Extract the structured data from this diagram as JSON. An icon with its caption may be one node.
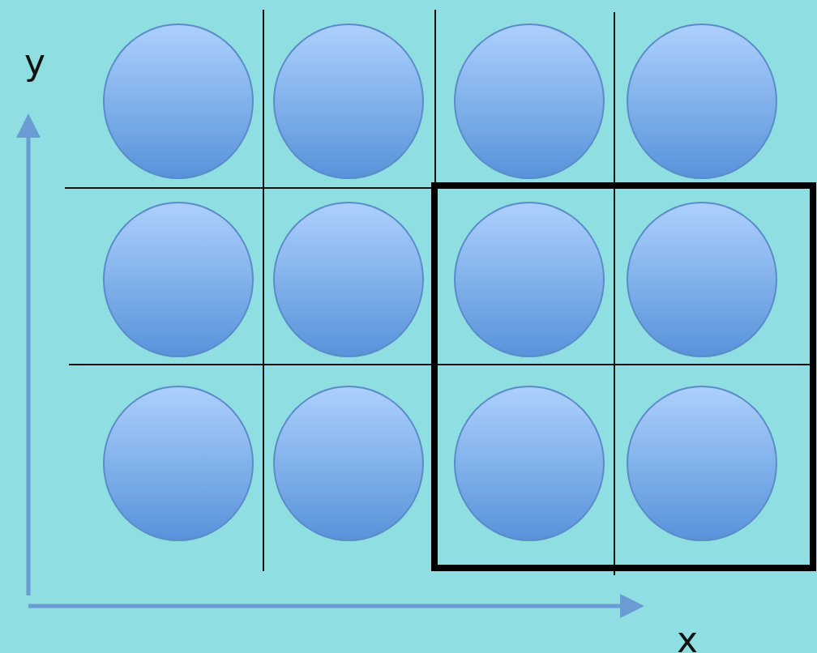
{
  "diagram": {
    "nodes": [
      {
        "text": [],
        "shape": "circle"
      },
      {
        "text": [],
        "shape": "circle"
      },
      {
        "text": [],
        "shape": "circle"
      },
      {
        "text": [],
        "shape": "circle"
      },
      {
        "text": [],
        "shape": "circle"
      },
      {
        "text": [],
        "shape": "circle"
      },
      {
        "text": [],
        "shape": "circle"
      },
      {
        "text": [],
        "shape": "circle"
      },
      {
        "text": [],
        "shape": "circle"
      },
      {
        "text": [],
        "shape": "circle"
      },
      {
        "text": [],
        "shape": "circle"
      },
      {
        "text": [],
        "shape": "circle"
      }
    ],
    "labels": [
      "y",
      "x"
    ]
  }
}
